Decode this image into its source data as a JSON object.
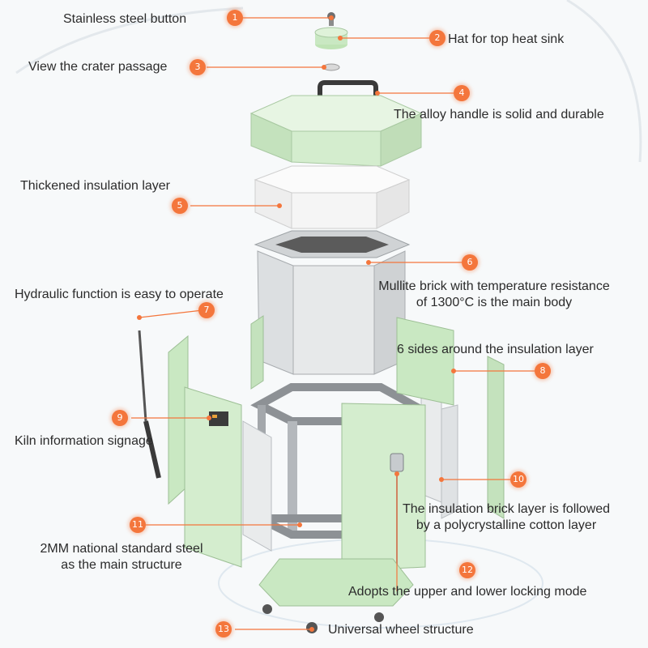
{
  "colors": {
    "marker": "#f4763c",
    "leader_line": "#f4763c",
    "panel_green": "#c9e8c2",
    "steel": "#b9bdc1",
    "insulation_white": "#f2f2f2",
    "text": "#2b2b2b"
  },
  "callouts": [
    {
      "number": "1",
      "label": "Stainless steel button"
    },
    {
      "number": "2",
      "label": "Hat for top heat sink"
    },
    {
      "number": "3",
      "label": "View the crater passage"
    },
    {
      "number": "4",
      "label": "The alloy handle is solid and durable"
    },
    {
      "number": "5",
      "label": "Thickened insulation layer"
    },
    {
      "number": "6",
      "label": "Mullite brick with temperature resistance\nof 1300°C is the main body"
    },
    {
      "number": "7",
      "label": "Hydraulic function is easy to operate"
    },
    {
      "number": "8",
      "label": "6 sides around the insulation layer"
    },
    {
      "number": "9",
      "label": "Kiln information signage"
    },
    {
      "number": "10",
      "label": "The insulation brick layer is followed\nby a polycrystalline cotton layer"
    },
    {
      "number": "11",
      "label": "2MM national standard steel\nas the main structure"
    },
    {
      "number": "12",
      "label": "Adopts the upper and lower locking mode"
    },
    {
      "number": "13",
      "label": "Universal wheel structure"
    }
  ]
}
